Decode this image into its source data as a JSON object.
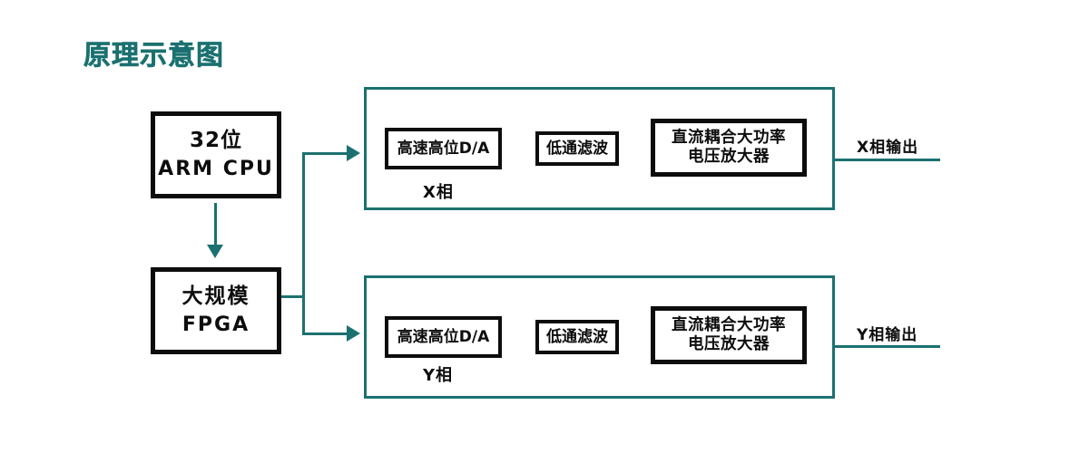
{
  "title": "原理示意图",
  "colors": {
    "accent_teal": "#1b7170",
    "box_black": "#0d0d0d",
    "background": "#ffffff"
  },
  "controller": {
    "cpu": {
      "line1": "32位",
      "line2": "ARM CPU"
    },
    "fpga": {
      "line1": "大规模",
      "line2": "FPGA"
    }
  },
  "channels": [
    {
      "phase_label": "X相",
      "output_label": "X相输出",
      "blocks": {
        "dac": "高速高位D/A",
        "filter": "低通滤波",
        "amplifier_line1": "直流耦合大功率",
        "amplifier_line2": "电压放大器"
      }
    },
    {
      "phase_label": "Y相",
      "output_label": "Y相输出",
      "blocks": {
        "dac": "高速高位D/A",
        "filter": "低通滤波",
        "amplifier_line1": "直流耦合大功率",
        "amplifier_line2": "电压放大器"
      }
    }
  ],
  "connectors": [
    {
      "name": "cpu-to-fpga",
      "kind": "arrow-down"
    },
    {
      "name": "fpga-to-x-channel",
      "kind": "arrow-right"
    },
    {
      "name": "fpga-to-y-channel",
      "kind": "arrow-right"
    },
    {
      "name": "x-channel-output",
      "kind": "line"
    },
    {
      "name": "y-channel-output",
      "kind": "line"
    }
  ]
}
